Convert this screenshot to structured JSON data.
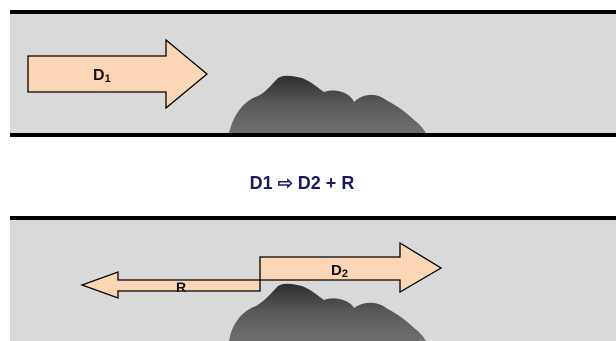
{
  "colors": {
    "channel_fill": "#d9d9d9",
    "wall_line": "#000000",
    "arrow_fill": "#fcd5b4",
    "arrow_stroke": "#000000",
    "obstacle_fill": "#555555",
    "equation_text": "#1a1a5e"
  },
  "top_panel": {
    "arrow_d1": {
      "main": "D",
      "sub": "1"
    }
  },
  "equation": {
    "lhs": "D1",
    "arrow_symbol": "⇨",
    "rhs": "D2 + R"
  },
  "bottom_panel": {
    "arrow_d2": {
      "main": "D",
      "sub": "2"
    },
    "arrow_r": {
      "label": "R"
    }
  }
}
